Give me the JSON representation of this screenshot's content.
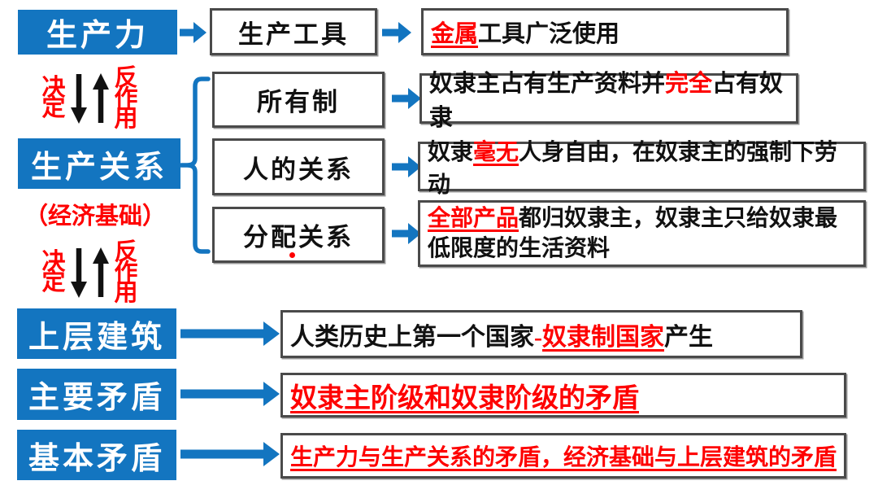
{
  "colors": {
    "blue": "#1375C0",
    "red": "#FE0000",
    "box_border": "#4a4a4a",
    "text": "#111111"
  },
  "productive_forces": {
    "label": "生产力",
    "tool_label": "生产工具",
    "desc": [
      {
        "t": "金属",
        "s": "red-u"
      },
      {
        "t": "工具广泛使用",
        "s": "black"
      }
    ]
  },
  "determine_feedback": {
    "determine": "决定",
    "feedback": "反作用"
  },
  "production_relations": {
    "label": "生产关系",
    "sublabel": "（经济基础）",
    "rows": [
      {
        "label": "所有制",
        "desc": [
          {
            "t": "奴隶主占有生产资料并",
            "s": "black"
          },
          {
            "t": "完全",
            "s": "red"
          },
          {
            "t": "占有奴隶",
            "s": "black"
          }
        ]
      },
      {
        "label": "人的关系",
        "desc": [
          {
            "t": "奴隶",
            "s": "black"
          },
          {
            "t": "毫无",
            "s": "red-u"
          },
          {
            "t": "人身自由，在奴隶主的强制下劳动",
            "s": "black"
          }
        ]
      },
      {
        "label": "分配关系",
        "desc": [
          {
            "t": "全部产品",
            "s": "red-u"
          },
          {
            "t": "都归奴隶主，奴隶主只给奴隶最低限度的生活资料",
            "s": "black"
          }
        ]
      }
    ]
  },
  "superstructure": {
    "label": "上层建筑",
    "desc": [
      {
        "t": "人类历史上第一个国家",
        "s": "black"
      },
      {
        "t": "-",
        "s": "red"
      },
      {
        "t": "奴隶制国家",
        "s": "red-u"
      },
      {
        "t": "产生",
        "s": "black"
      }
    ]
  },
  "main_contradiction": {
    "label": "主要矛盾",
    "desc": [
      {
        "t": "奴隶主阶级和奴隶阶级的矛盾",
        "s": "red-u"
      }
    ]
  },
  "basic_contradiction": {
    "label": "基本矛盾",
    "desc": [
      {
        "t": "生产力与生产关系的矛盾，经济基础与上层建筑的矛盾",
        "s": "red-u"
      }
    ]
  }
}
